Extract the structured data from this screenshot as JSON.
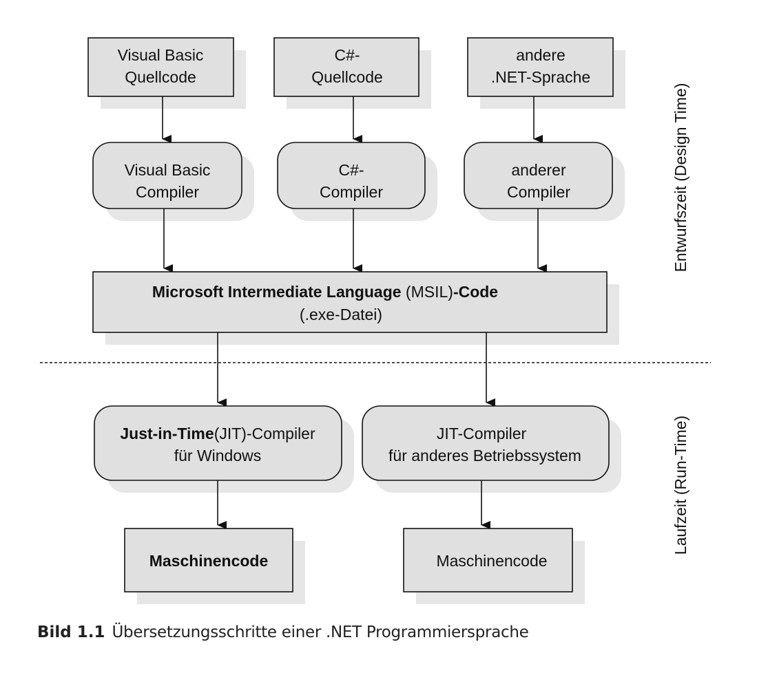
{
  "diagram": {
    "nodes": {
      "vb_source": {
        "lines": [
          "Visual Basic",
          "Quellcode"
        ]
      },
      "cs_source": {
        "lines": [
          "C#-",
          "Quellcode"
        ]
      },
      "other_source": {
        "lines": [
          "andere",
          ".NET-Sprache"
        ]
      },
      "vb_compiler": {
        "lines": [
          "Visual Basic",
          "Compiler"
        ]
      },
      "cs_compiler": {
        "lines": [
          "C#-",
          "Compiler"
        ]
      },
      "other_compiler": {
        "lines": [
          "anderer",
          "Compiler"
        ]
      },
      "msil": {
        "line1_parts": [
          {
            "text": "Microsoft Intermediate Language",
            "bold": true
          },
          {
            "text": " (MSIL)",
            "bold": false
          },
          {
            "text": "-Code",
            "bold": true
          }
        ],
        "line2": "(.exe-Datei)"
      },
      "jit_windows": {
        "line1_parts": [
          {
            "text": "Just-in-Time",
            "bold": true
          },
          {
            "text": "(JIT)-Compiler",
            "bold": false
          }
        ],
        "line2": "für Windows"
      },
      "jit_other": {
        "lines": [
          "JIT-Compiler",
          "für anderes Betriebssystem"
        ]
      },
      "machine_code_windows": {
        "text": "Maschinencode"
      },
      "machine_code_other": {
        "text": "Maschinencode"
      }
    },
    "side_labels": {
      "design_time": "Entwurfszeit (Design Time)",
      "run_time": "Laufzeit (Run-Time)"
    },
    "colors": {
      "box_fill": "#e0e0e0",
      "shadow": "#e6e6e6",
      "stroke": "#111111",
      "background": "#ffffff"
    }
  },
  "caption": {
    "label": "Bild 1.1",
    "text": "Übersetzungsschritte einer .NET Programmiersprache"
  }
}
